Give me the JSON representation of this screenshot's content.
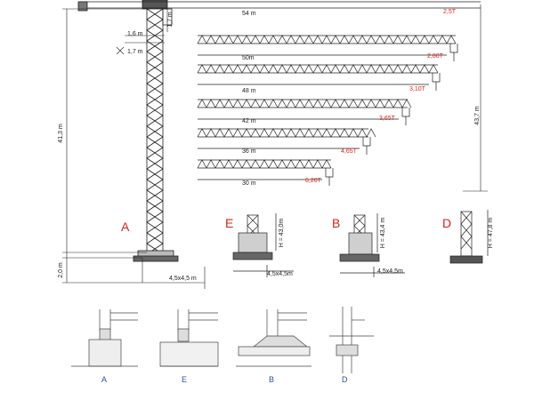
{
  "tower": {
    "total_height": "41,3 m",
    "base_height": "2,0 m",
    "base_size": "4,5x4,5 m",
    "top_height": "1,7 m",
    "head_width": "1,6 m",
    "head_side": "1,7 m"
  },
  "jibs": [
    {
      "length": "54 m",
      "tip_load": "2,5T"
    },
    {
      "length": "50m",
      "tip_load": "2,80T"
    },
    {
      "length": "48 m",
      "tip_load": "3,10T"
    },
    {
      "length": "42 m",
      "tip_load": "3,65T"
    },
    {
      "length": "36 m",
      "tip_load": "4,65T"
    },
    {
      "length": "30 m",
      "tip_load": "6,20T"
    }
  ],
  "right_height": "43,7 m",
  "variants": [
    {
      "letter": "A"
    },
    {
      "letter": "E",
      "height": "H = 43,0m",
      "base": "4,5x4,5m"
    },
    {
      "letter": "B",
      "height": "H = 43,4 m",
      "base": "4,5x4,5m"
    },
    {
      "letter": "D",
      "height": "H = 47,8 m"
    }
  ],
  "foundations": [
    "A",
    "E",
    "B",
    "D"
  ],
  "colors": {
    "accent": "#d6231f",
    "line": "#222222",
    "foundation_label": "#2f4f9a"
  }
}
